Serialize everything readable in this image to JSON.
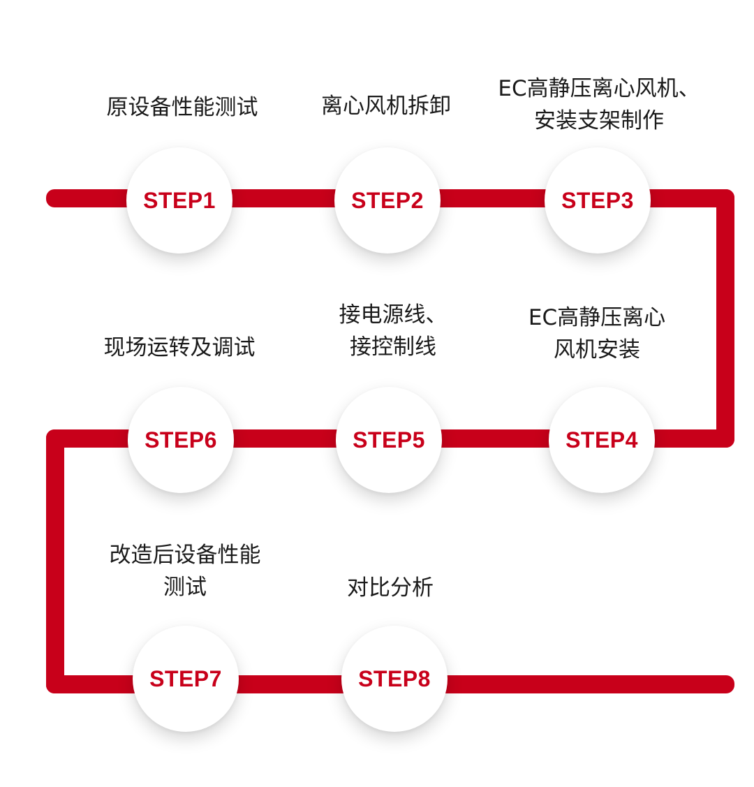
{
  "colors": {
    "track": "#c8001a",
    "step_text": "#c8001a",
    "label_text": "#1a1a1a",
    "circle_fill": "#ffffff",
    "background": "#ffffff"
  },
  "steps": [
    {
      "step": "STEP1",
      "label_lines": [
        "原设备性能测试"
      ]
    },
    {
      "step": "STEP2",
      "label_lines": [
        "离心风机拆卸"
      ]
    },
    {
      "step": "STEP3",
      "label_lines": [
        "EC高静压离心风机、",
        "安装支架制作"
      ]
    },
    {
      "step": "STEP4",
      "label_lines": [
        "EC高静压离心",
        "风机安装"
      ]
    },
    {
      "step": "STEP5",
      "label_lines": [
        "接电源线、",
        "接控制线"
      ]
    },
    {
      "step": "STEP6",
      "label_lines": [
        "现场运转及调试"
      ]
    },
    {
      "step": "STEP7",
      "label_lines": [
        "改造后设备性能",
        "测试"
      ]
    },
    {
      "step": "STEP8",
      "label_lines": [
        "对比分析"
      ]
    }
  ]
}
